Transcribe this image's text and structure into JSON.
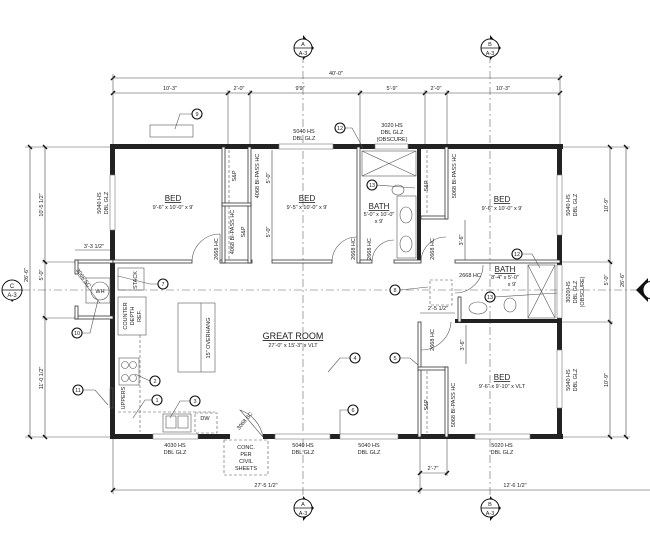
{
  "dimensions": {
    "overall_top": "40'-0\"",
    "top": [
      "10'-3\"",
      "2'-0\"",
      "9'9\"",
      "5'-9\"",
      "2'-0\"",
      "10'-3\""
    ],
    "left": [
      "10'-5 1/2\"",
      "5'-0\"",
      "11'-0 1/2\""
    ],
    "left_overall": "26'-6\"",
    "right": [
      "10'-9\"",
      "5'-0\"",
      "10'-9\""
    ],
    "right_overall": "26'-6\"",
    "bottom": [
      "27'-5 1/2\"",
      "12'-6 1/2\""
    ],
    "closet_bottom": "2'-7\"",
    "wh_closet": "3'-3 1/2\"",
    "closet_inner": [
      "5'-0\"",
      "5'-0\""
    ],
    "door_offsets": [
      "3'-6\"",
      "3'-6\""
    ],
    "hall": "2'-5 1/2\""
  },
  "section_markers": [
    {
      "letter": "A",
      "sheet": "A-3"
    },
    {
      "letter": "B",
      "sheet": "A-3"
    },
    {
      "letter": "A",
      "sheet": "A-3"
    },
    {
      "letter": "B",
      "sheet": "A-3"
    },
    {
      "letter": "C",
      "sheet": "A-3"
    }
  ],
  "rooms": {
    "bed1": {
      "name": "BED",
      "size": "9'-6\" x 10'-0\" x 9'"
    },
    "bed2": {
      "name": "BED",
      "size": "9'-5\" x 10'-0\" x 9'"
    },
    "bath1": {
      "name": "BATH",
      "size": "5'-0\" x 10'-0\"",
      "height": "x 9'"
    },
    "bed3": {
      "name": "BED",
      "size": "9'-6\" x 10'-0\" x 9'"
    },
    "bath2": {
      "name": "BATH",
      "size": "8'-4\" x 5'-0\"",
      "height": "x 9'"
    },
    "bed4": {
      "name": "BED",
      "size": "9'-6\" x 9'-10\" x VLT"
    },
    "great_room": {
      "name": "GREAT ROOM",
      "size": "27'-0\" x 15'-3\" x VLT"
    }
  },
  "windows": {
    "top_5040": [
      "5040 HS",
      "DBL GLZ"
    ],
    "top_3020": [
      "3020 HS",
      "DBL GLZ",
      "(OBSCURE)"
    ],
    "left_5040": [
      "5040 HS",
      "DBL GLZ"
    ],
    "right_5040_upper": [
      "5040 HS",
      "DBL GLZ"
    ],
    "right_3020": [
      "3020 HS",
      "DBL GLZ",
      "(OBSCURE)"
    ],
    "right_5040_lower": [
      "5040 HS",
      "DBL GLZ"
    ],
    "bottom_4030": [
      "4030 HS",
      "DBL GLZ"
    ],
    "bottom_5040_a": [
      "5040 HS",
      "DBL GLZ"
    ],
    "bottom_5040_b": [
      "5040 HS",
      "DBL GLZ"
    ],
    "bottom_5020": [
      "5020 HS",
      "DBL GLZ"
    ]
  },
  "doors": {
    "d2668": "2668 HC",
    "bipass4068": "4068 BI-PASS HC",
    "bipass5068": "5068 BI-PASS HC",
    "sc3068": "3068 SC"
  },
  "fixtures": {
    "shelf": "S&P",
    "wh": "WH",
    "stack": "STACK",
    "counter_ref": [
      "COUNTER",
      "DEPTH",
      "REF."
    ],
    "overhang": "15\" OVERHANG",
    "uppers": "UPPERS",
    "dw": "DW",
    "conc": [
      "CONC.",
      "PER",
      "CIVIL",
      "SHEETS"
    ]
  },
  "callouts": [
    "1",
    "2",
    "3",
    "4",
    "5",
    "6",
    "7",
    "8",
    "9",
    "10",
    "11",
    "12",
    "12",
    "13",
    "13"
  ]
}
